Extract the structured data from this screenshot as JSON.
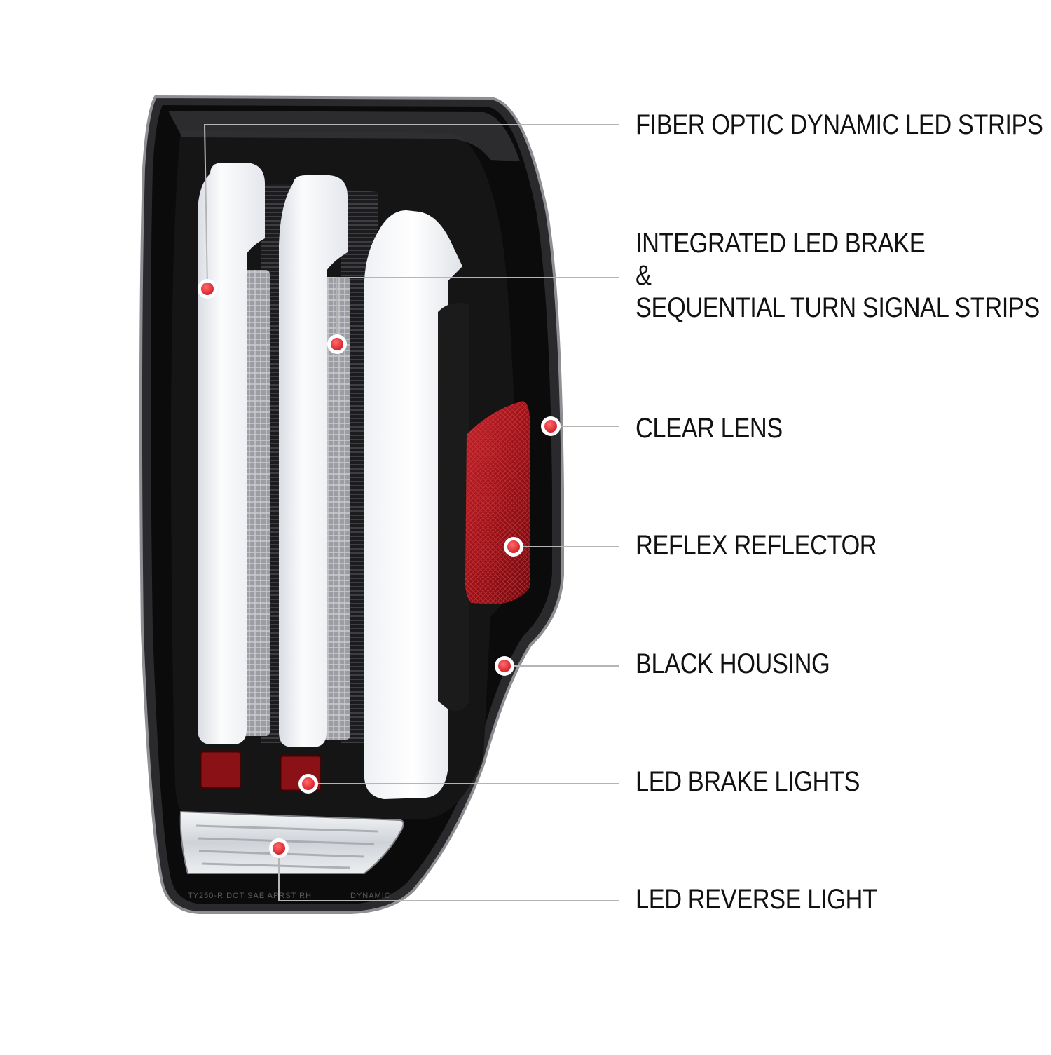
{
  "callouts": [
    {
      "id": "fiber",
      "lines": [
        "FIBER OPTIC DYNAMIC LED STRIPS"
      ]
    },
    {
      "id": "brake-turn",
      "lines": [
        "INTEGRATED LED BRAKE",
        "&",
        "SEQUENTIAL TURN SIGNAL STRIPS"
      ]
    },
    {
      "id": "clear-lens",
      "lines": [
        "CLEAR LENS"
      ]
    },
    {
      "id": "reflector",
      "lines": [
        "REFLEX REFLECTOR"
      ]
    },
    {
      "id": "housing",
      "lines": [
        "BLACK HOUSING"
      ]
    },
    {
      "id": "brake-lights",
      "lines": [
        "LED BRAKE LIGHTS"
      ]
    },
    {
      "id": "reverse",
      "lines": [
        "LED REVERSE LIGHT"
      ]
    }
  ],
  "lens_markings": {
    "left": "TY250-R  DOT SAE  APRST RH",
    "right": "DYNAMIC"
  },
  "colors": {
    "background": "#ffffff",
    "label_text": "#111111",
    "leader_line": "#b5b5b5",
    "marker_dot": "#e0242a",
    "marker_ring": "#ffffff",
    "housing": "#0b0b0b",
    "led_strip": "#f1f3f6",
    "reflector": "#a3141a"
  }
}
